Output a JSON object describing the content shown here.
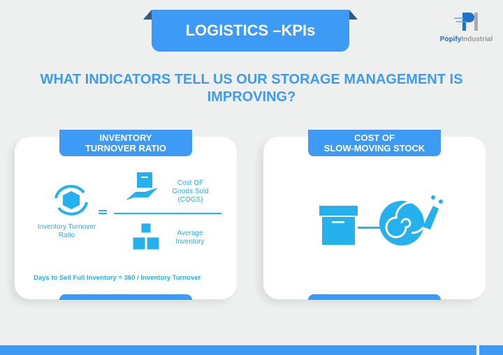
{
  "header": {
    "title": "LOGISTICS –KPIs",
    "logo_brand": "Popify",
    "logo_suffix": "Industrial"
  },
  "question": "WHAT INDICATORS TELL US OUR STORAGE MANAGEMENT IS IMPROVING?",
  "cards": [
    {
      "title_line1": "INVENTORY",
      "title_line2": "TURNOVER RATIO",
      "ratio_label": "Inventory Turnover Ratio",
      "numerator": "Cost OF Goods Sold (COGS)",
      "denominator": "Average Inventory",
      "formula": "Days to Sell Full Inventory = 360 / Inventory Turnover"
    },
    {
      "title_line1": "COST OF",
      "title_line2": "SLOW-MOVING STOCK"
    }
  ],
  "colors": {
    "accent": "#3d9bf5",
    "icon": "#25b0ee"
  }
}
